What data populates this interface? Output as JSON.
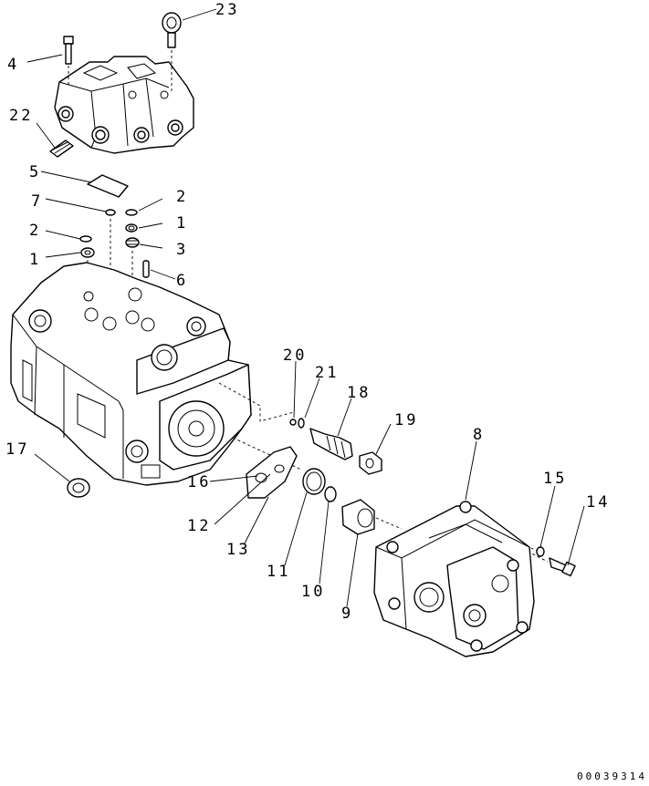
{
  "diagram": {
    "document_number": "00039314",
    "callouts": [
      {
        "id": "c23",
        "label": "23"
      },
      {
        "id": "c4",
        "label": "4"
      },
      {
        "id": "c22",
        "label": "22"
      },
      {
        "id": "c5",
        "label": "5"
      },
      {
        "id": "c7",
        "label": "7"
      },
      {
        "id": "c2a",
        "label": "2"
      },
      {
        "id": "c1a",
        "label": "1"
      },
      {
        "id": "c2b",
        "label": "2"
      },
      {
        "id": "c3",
        "label": "3"
      },
      {
        "id": "c1b",
        "label": "1"
      },
      {
        "id": "c6",
        "label": "6"
      },
      {
        "id": "c20",
        "label": "20"
      },
      {
        "id": "c21",
        "label": "21"
      },
      {
        "id": "c18",
        "label": "18"
      },
      {
        "id": "c19",
        "label": "19"
      },
      {
        "id": "c8",
        "label": "8"
      },
      {
        "id": "c17",
        "label": "17"
      },
      {
        "id": "c16",
        "label": "16"
      },
      {
        "id": "c12",
        "label": "12"
      },
      {
        "id": "c13",
        "label": "13"
      },
      {
        "id": "c11",
        "label": "11"
      },
      {
        "id": "c10",
        "label": "10"
      },
      {
        "id": "c9",
        "label": "9"
      },
      {
        "id": "c15",
        "label": "15"
      },
      {
        "id": "c14",
        "label": "14"
      }
    ]
  }
}
